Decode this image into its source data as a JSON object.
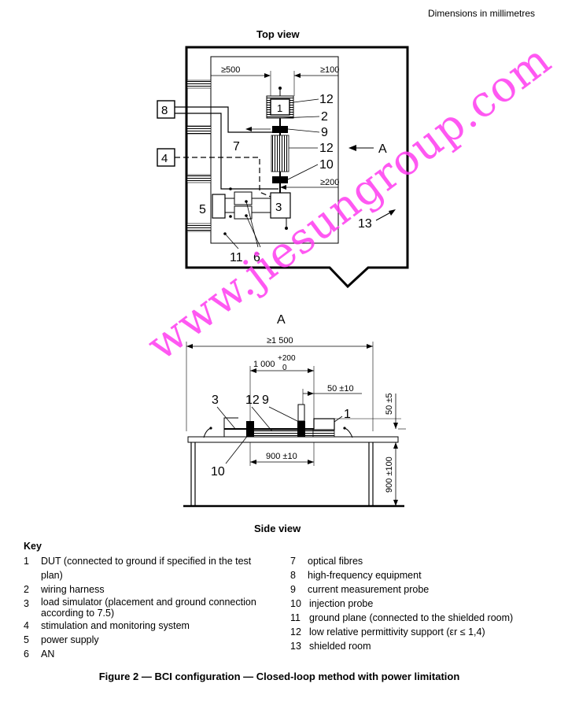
{
  "header": {
    "dimensions_note": "Dimensions in millimetres"
  },
  "top_view": {
    "title": "Top view",
    "dims": {
      "ge500": "≥500",
      "ge100": "≥100",
      "ge200": "≥200"
    },
    "labels": {
      "n1": "1",
      "n2": "2",
      "n3": "3",
      "n4": "4",
      "n5": "5",
      "n6": "6",
      "n7": "7",
      "n8": "8",
      "n9": "9",
      "n10": "10",
      "n11": "11",
      "n12a": "12",
      "n12b": "12",
      "n13": "13",
      "arrow_A": "A"
    }
  },
  "side_view": {
    "title": "Side view",
    "view_letter": "A",
    "dims": {
      "ge1500": "≥1 500",
      "d1000": "1 000",
      "tol_plus": "+200",
      "tol_zero": "0",
      "d50": "50 ±10",
      "d900h": "900 ±10",
      "v50": "50 ±5",
      "v900": "900 ±100"
    },
    "labels": {
      "n1": "1",
      "n3": "3",
      "n9": "9",
      "n10": "10",
      "n12": "12"
    }
  },
  "key": {
    "title": "Key",
    "left": [
      {
        "num": "1",
        "text": "DUT (connected to ground if specified in the test plan)"
      },
      {
        "num": "2",
        "text": "wiring harness"
      },
      {
        "num": "3",
        "text": "load simulator (placement and ground connection according to 7.5)"
      },
      {
        "num": "4",
        "text": "stimulation and monitoring system"
      },
      {
        "num": "5",
        "text": "power supply"
      },
      {
        "num": "6",
        "text": "AN"
      }
    ],
    "right": [
      {
        "num": "7",
        "text": "optical fibres"
      },
      {
        "num": "8",
        "text": "high-frequency equipment"
      },
      {
        "num": "9",
        "text": "current measurement probe"
      },
      {
        "num": "10",
        "text": "injection probe"
      },
      {
        "num": "11",
        "text": "ground plane (connected to the shielded room)"
      },
      {
        "num": "12",
        "text": "low relative permittivity support (εr ≤ 1,4)"
      },
      {
        "num": "13",
        "text": "shielded room"
      }
    ]
  },
  "caption": "Figure 2 — BCI configuration — Closed-loop method with power limitation",
  "watermark": "www.jiesungroup.com"
}
